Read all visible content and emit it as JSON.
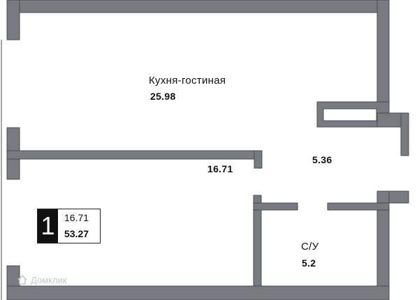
{
  "rooms": {
    "kitchen_living": {
      "name": "Кухня-гостиная",
      "area": "25.98"
    },
    "bedroom": {
      "area": "16.71"
    },
    "hallway": {
      "area": "5.36"
    },
    "bathroom": {
      "name": "С/У",
      "area": "5.2"
    }
  },
  "badge": {
    "room_count": "1",
    "living_area": "16.71",
    "total_area": "53.27"
  },
  "watermark": {
    "text": "Домклик",
    "icon": "domclick-house-icon"
  },
  "colors": {
    "wall": "#777b80",
    "wall_outline": "#4a4e52",
    "badge_fill": "#111111",
    "text": "#111111"
  }
}
